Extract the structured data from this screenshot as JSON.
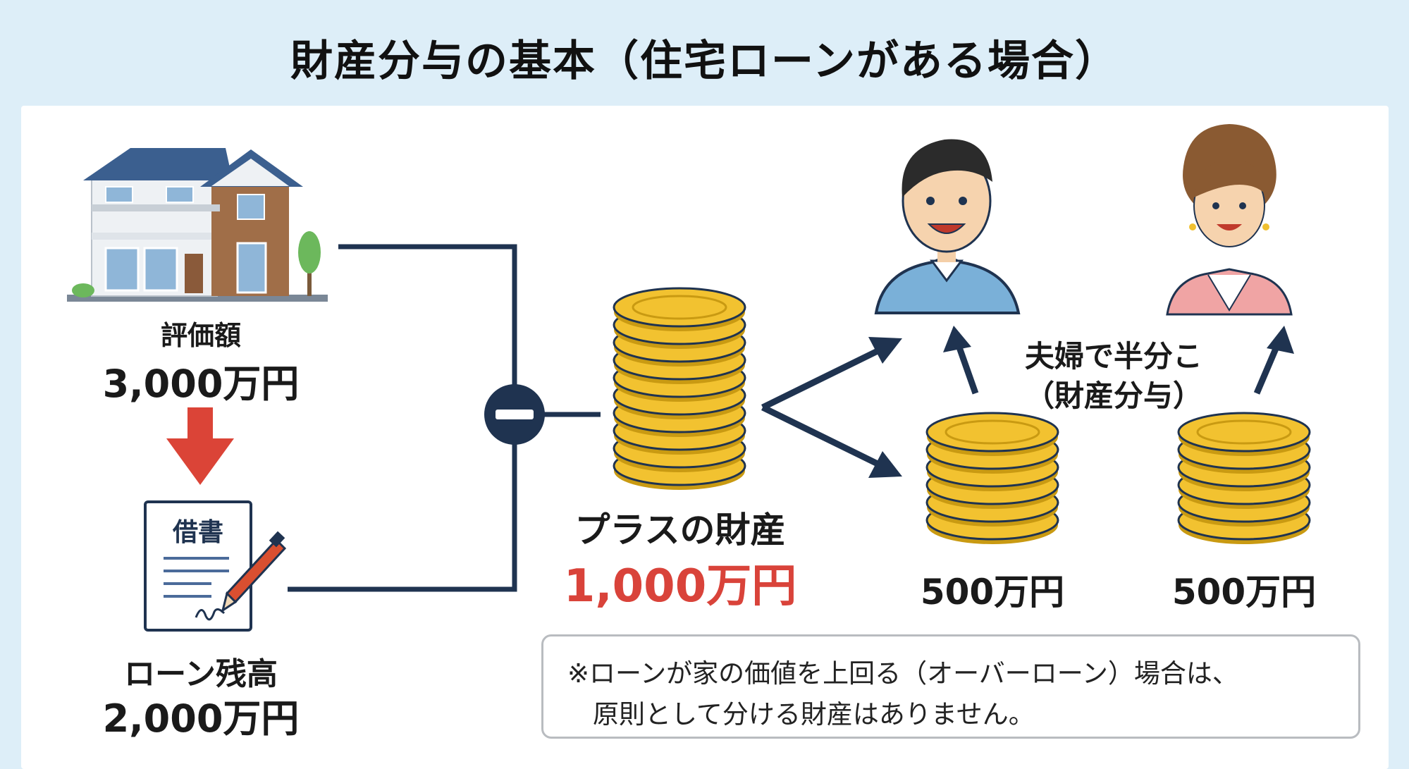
{
  "title": "財産分与の基本（住宅ローンがある場合）",
  "house": {
    "label": "評価額",
    "amount": "3,000万円"
  },
  "loan": {
    "document_text": "借書",
    "label": "ローン残高",
    "amount": "2,000万円"
  },
  "operator": "minus-icon",
  "net_asset": {
    "label": "プラスの財産",
    "amount": "1,000万円"
  },
  "division": {
    "label_line1": "夫婦で半分こ",
    "label_line2": "（財産分与）",
    "husband_share": "500万円",
    "wife_share": "500万円"
  },
  "note": {
    "line1": "※ローンが家の価値を上回る（オーバーローン）場合は、",
    "line2": "原則として分ける財産はありません。"
  },
  "colors": {
    "background": "#ddeef8",
    "line": "#1f3350",
    "arrow_down": "#db4437",
    "highlight_red": "#d9433a",
    "coin": "#f2c230",
    "coin_edge": "#c99a12"
  }
}
